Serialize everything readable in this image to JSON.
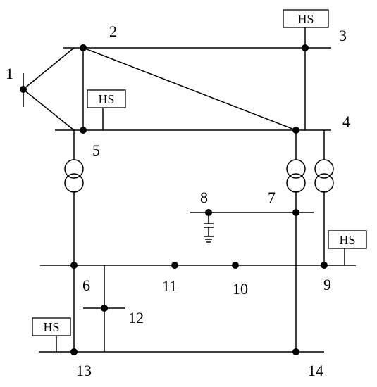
{
  "bus_labels": {
    "b1": "1",
    "b2": "2",
    "b3": "3",
    "b4": "4",
    "b5": "5",
    "b6": "6",
    "b7": "7",
    "b8": "8",
    "b9": "9",
    "b10": "10",
    "b11": "11",
    "b12": "12",
    "b13": "13",
    "b14": "14"
  },
  "hs_label": "HS"
}
